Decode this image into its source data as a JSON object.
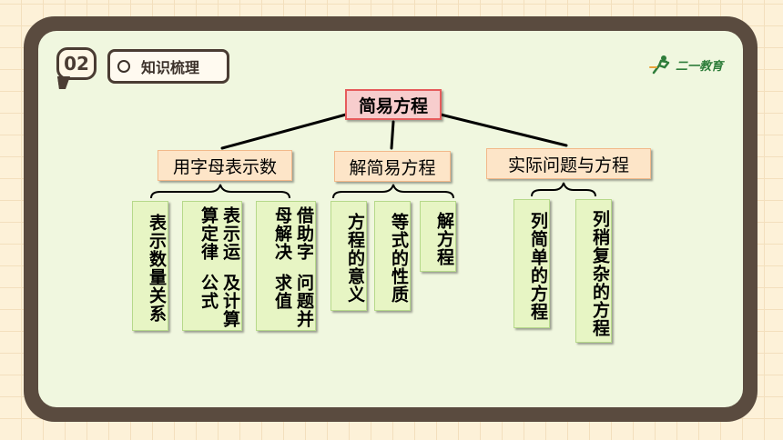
{
  "section": {
    "number": "02",
    "title": "知识梳理"
  },
  "logo": {
    "text": "二一教育",
    "icon": "runner-icon"
  },
  "diagram": {
    "root": "简易方程",
    "branches": [
      {
        "label": "用字母表示数",
        "leaves": [
          "表示数量关系",
          "及计算公式 表示运算定律",
          "问题并求值 借助字母解决"
        ]
      },
      {
        "label": "解简易方程",
        "leaves": [
          "方程的意义",
          "等式的性质",
          "解方程"
        ]
      },
      {
        "label": "实际问题与方程",
        "leaves": [
          "列简单的方程",
          "列稍复杂的方程"
        ]
      }
    ]
  },
  "leaf_text": {
    "b1_l1": "表示数量关系",
    "b1_l2_col1": "表示运算定律",
    "b1_l2_col2": "及计算公式",
    "b1_l3_col1": "借助字母解决",
    "b1_l3_col2": "问题并求值",
    "b2_l1": "方程的意义",
    "b2_l2": "等式的性质",
    "b2_l3": "解方程",
    "b3_l1": "列简单的方程",
    "b3_l2": "列稍复杂的方程"
  },
  "colors": {
    "root_fill": "#f7cdcd",
    "root_border": "#e65c5c",
    "branch_fill": "#fde5c8",
    "leaf_fill": "#e7f5c4",
    "board": "#5a4b3f",
    "panel": "#f0f7df"
  }
}
